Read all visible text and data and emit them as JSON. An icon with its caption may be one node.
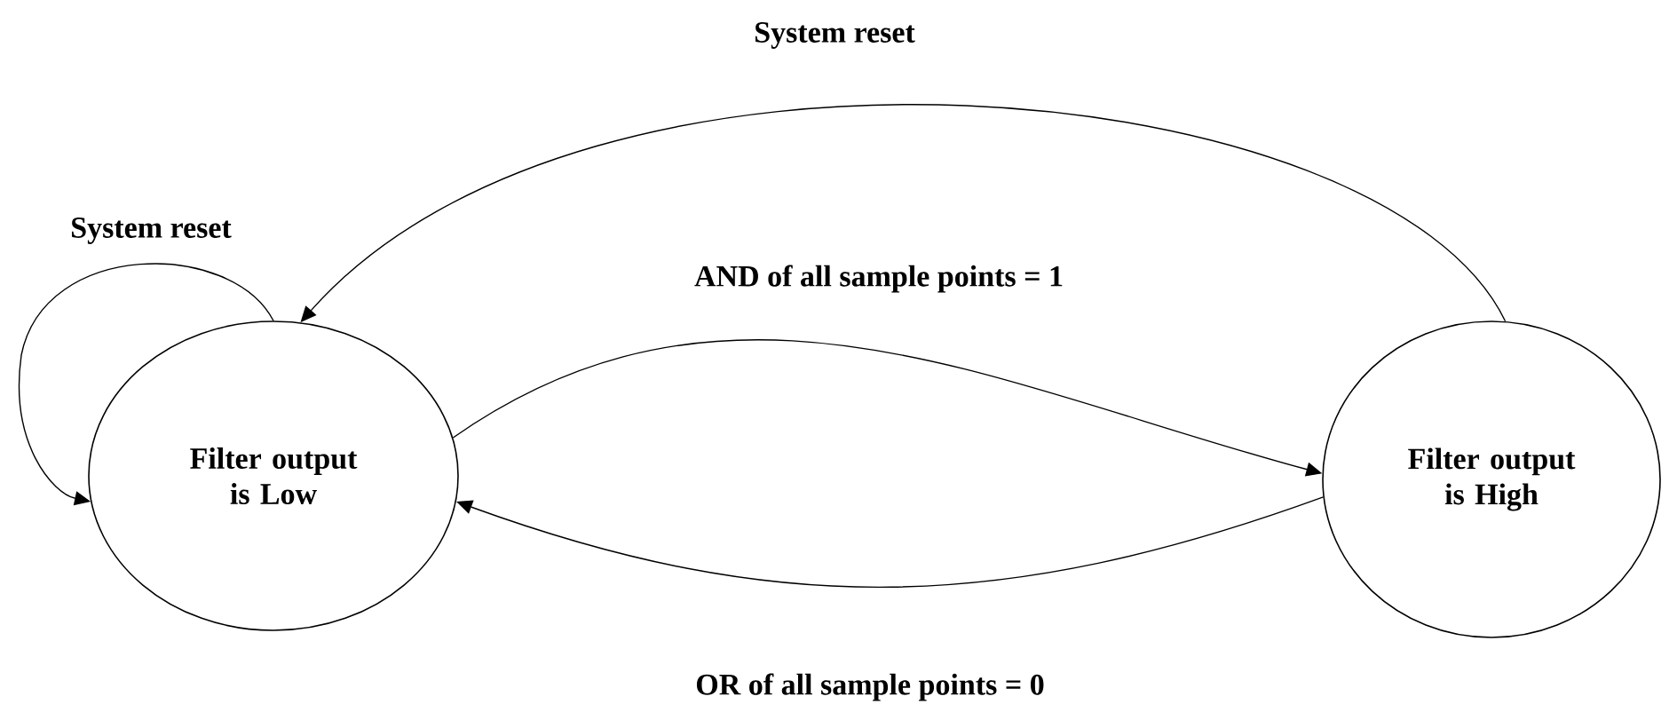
{
  "diagram": {
    "nodes": [
      {
        "text": [
          "Filter output is Low"
        ]
      },
      {
        "text": [
          "Filter output is High"
        ]
      }
    ],
    "edges": [
      {
        "from": 0,
        "to": 0,
        "arrow": "to",
        "label": "System reset"
      },
      {
        "from": 1,
        "to": 0,
        "arrow": "to",
        "label": "System reset"
      },
      {
        "from": 0,
        "to": 1,
        "arrow": "to",
        "label": "AND of all sample points = 1"
      },
      {
        "from": 1,
        "to": 0,
        "arrow": "to",
        "label": "OR of all sample points = 0"
      }
    ]
  }
}
